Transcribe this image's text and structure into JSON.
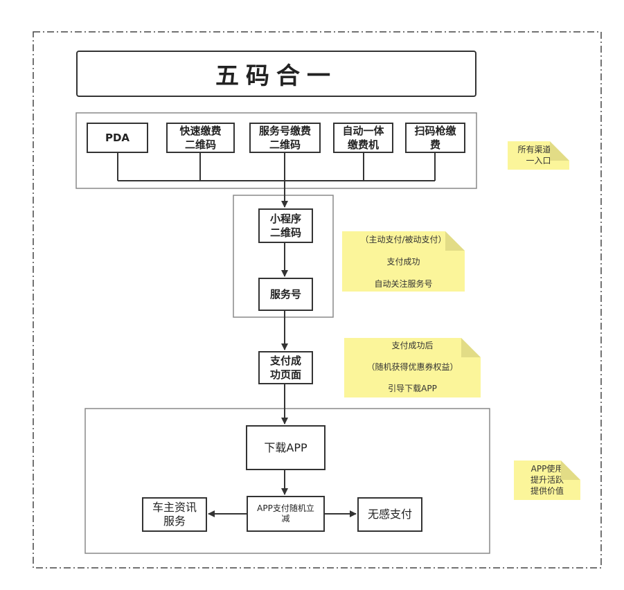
{
  "title": "五码合一",
  "channels": [
    "PDA",
    "快速缴费\n二维码",
    "服务号缴费\n二维码",
    "自动一体\n缴费机",
    "扫码枪缴\n费"
  ],
  "nodes": {
    "mini_program": "小程序\n二维码",
    "service_account": "服务号",
    "pay_success_page": "支付成\n功页面",
    "download_app": "下载APP",
    "app_pay": "APP支付随机立\n减",
    "owner_news": "车主资讯\n服务",
    "seamless_pay": "无感支付"
  },
  "notes": {
    "unified_entry": [
      "所有渠道统",
      "一入口"
    ],
    "payment": [
      "（主动支付/被动支付）",
      "支付成功",
      "自动关注服务号"
    ],
    "after_success": [
      "支付成功后",
      "（随机获得优惠券权益）",
      "引导下载APP"
    ],
    "app_value": [
      "APP使用",
      "提升活跃",
      "提供价值"
    ]
  },
  "colors": {
    "note_fill": "#fbf59a",
    "line": "#333333",
    "group_border": "#888888"
  }
}
